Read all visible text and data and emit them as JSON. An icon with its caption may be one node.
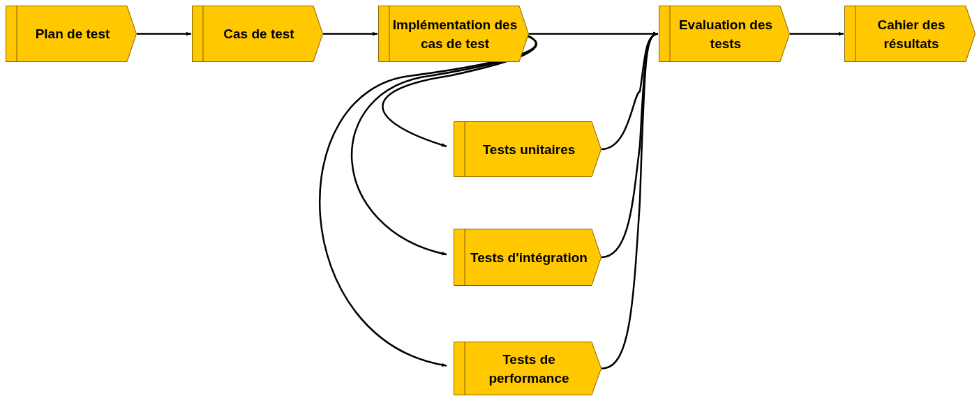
{
  "diagram": {
    "nodes": [
      {
        "text": [
          "Plan de test"
        ]
      },
      {
        "text": [
          "Cas de test"
        ]
      },
      {
        "text": [
          "Implémentation des cas de test"
        ]
      },
      {
        "text": [
          "Evaluation des tests"
        ]
      },
      {
        "text": [
          "Cahier des résultats"
        ]
      },
      {
        "text": [
          "Tests unitaires"
        ]
      },
      {
        "text": [
          "Tests d'intégration"
        ]
      },
      {
        "text": [
          "Tests de performance"
        ]
      }
    ],
    "edges": [
      {
        "from": 0,
        "to": 1,
        "arrow": "to"
      },
      {
        "from": 1,
        "to": 2,
        "arrow": "to"
      },
      {
        "from": 2,
        "to": 3,
        "arrow": "to"
      },
      {
        "from": 3,
        "to": 4,
        "arrow": "to"
      },
      {
        "from": 2,
        "to": 5,
        "arrow": "to"
      },
      {
        "from": 2,
        "to": 6,
        "arrow": "to"
      },
      {
        "from": 2,
        "to": 7,
        "arrow": "to"
      },
      {
        "from": 5,
        "to": 3,
        "arrow": "to"
      },
      {
        "from": 6,
        "to": 3,
        "arrow": "to"
      },
      {
        "from": 7,
        "to": 3,
        "arrow": "to"
      }
    ]
  }
}
